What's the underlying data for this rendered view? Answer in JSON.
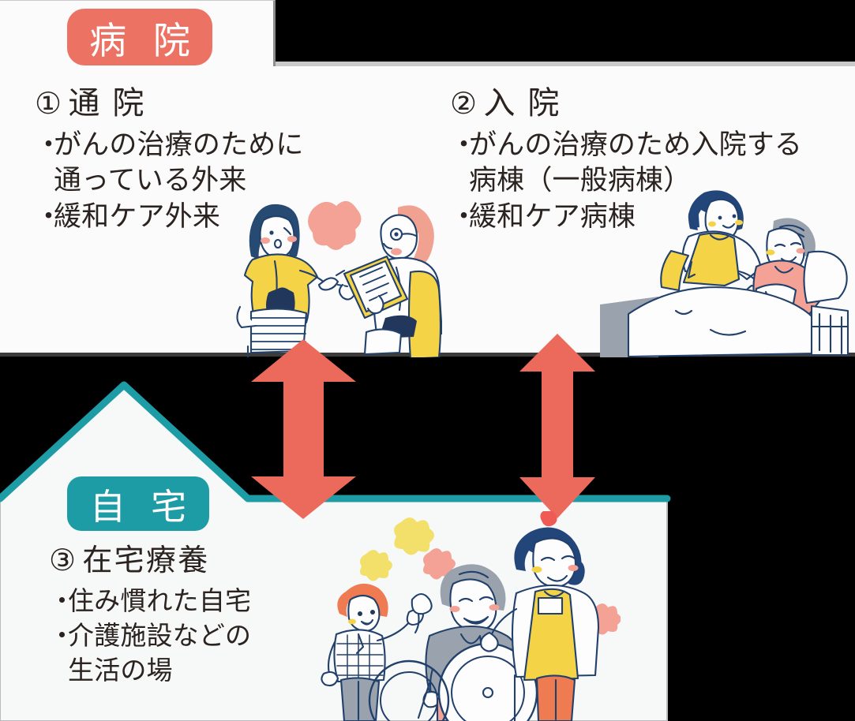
{
  "badges": {
    "hospital": "病 院",
    "home": "自 宅"
  },
  "sections": [
    {
      "id": "outpatient",
      "number": "①",
      "heading_text": "通 院",
      "lines": [
        {
          "dot": "・",
          "text": "がんの治療のために",
          "cont": false
        },
        {
          "dot": "・",
          "text": "通っている外来",
          "cont": true
        },
        {
          "dot": "・",
          "text": "緩和ケア外来",
          "cont": false
        }
      ]
    },
    {
      "id": "inpatient",
      "number": "②",
      "heading_text": "入 院",
      "lines": [
        {
          "dot": "・",
          "text": "がんの治療のため入院する",
          "cont": false
        },
        {
          "dot": "・",
          "text": "病棟（一般病棟）",
          "cont": true
        },
        {
          "dot": "・",
          "text": "緩和ケア病棟",
          "cont": false
        }
      ]
    },
    {
      "id": "home-care",
      "number": "③",
      "heading_text": "在宅療養",
      "lines": [
        {
          "dot": "・",
          "text": "住み慣れた自宅",
          "cont": false
        },
        {
          "dot": "・",
          "text": "介護施設などの",
          "cont": false
        },
        {
          "dot": "・",
          "text": "生活の場",
          "cont": true
        }
      ]
    }
  ],
  "colors": {
    "hospital_badge": "#ec7263",
    "home_badge": "#1e9ca5",
    "arrow": "#ec6a5c",
    "house_outline": "#1e9ca5",
    "panel_background": "#fbfbfb",
    "text": "#2b2320",
    "panel_border": "#3d3b39"
  },
  "illustrations": [
    {
      "id": "clinic-consultation",
      "label": "patient-and-doctor-consultation"
    },
    {
      "id": "hospital-ward",
      "label": "nurse-and-patient-in-bed"
    },
    {
      "id": "home-care",
      "label": "boy-elder-in-wheelchair-and-caregiver"
    }
  ],
  "arrows": [
    {
      "id": "arrow-left",
      "direction": "up-down"
    },
    {
      "id": "arrow-right",
      "direction": "up-down"
    }
  ]
}
